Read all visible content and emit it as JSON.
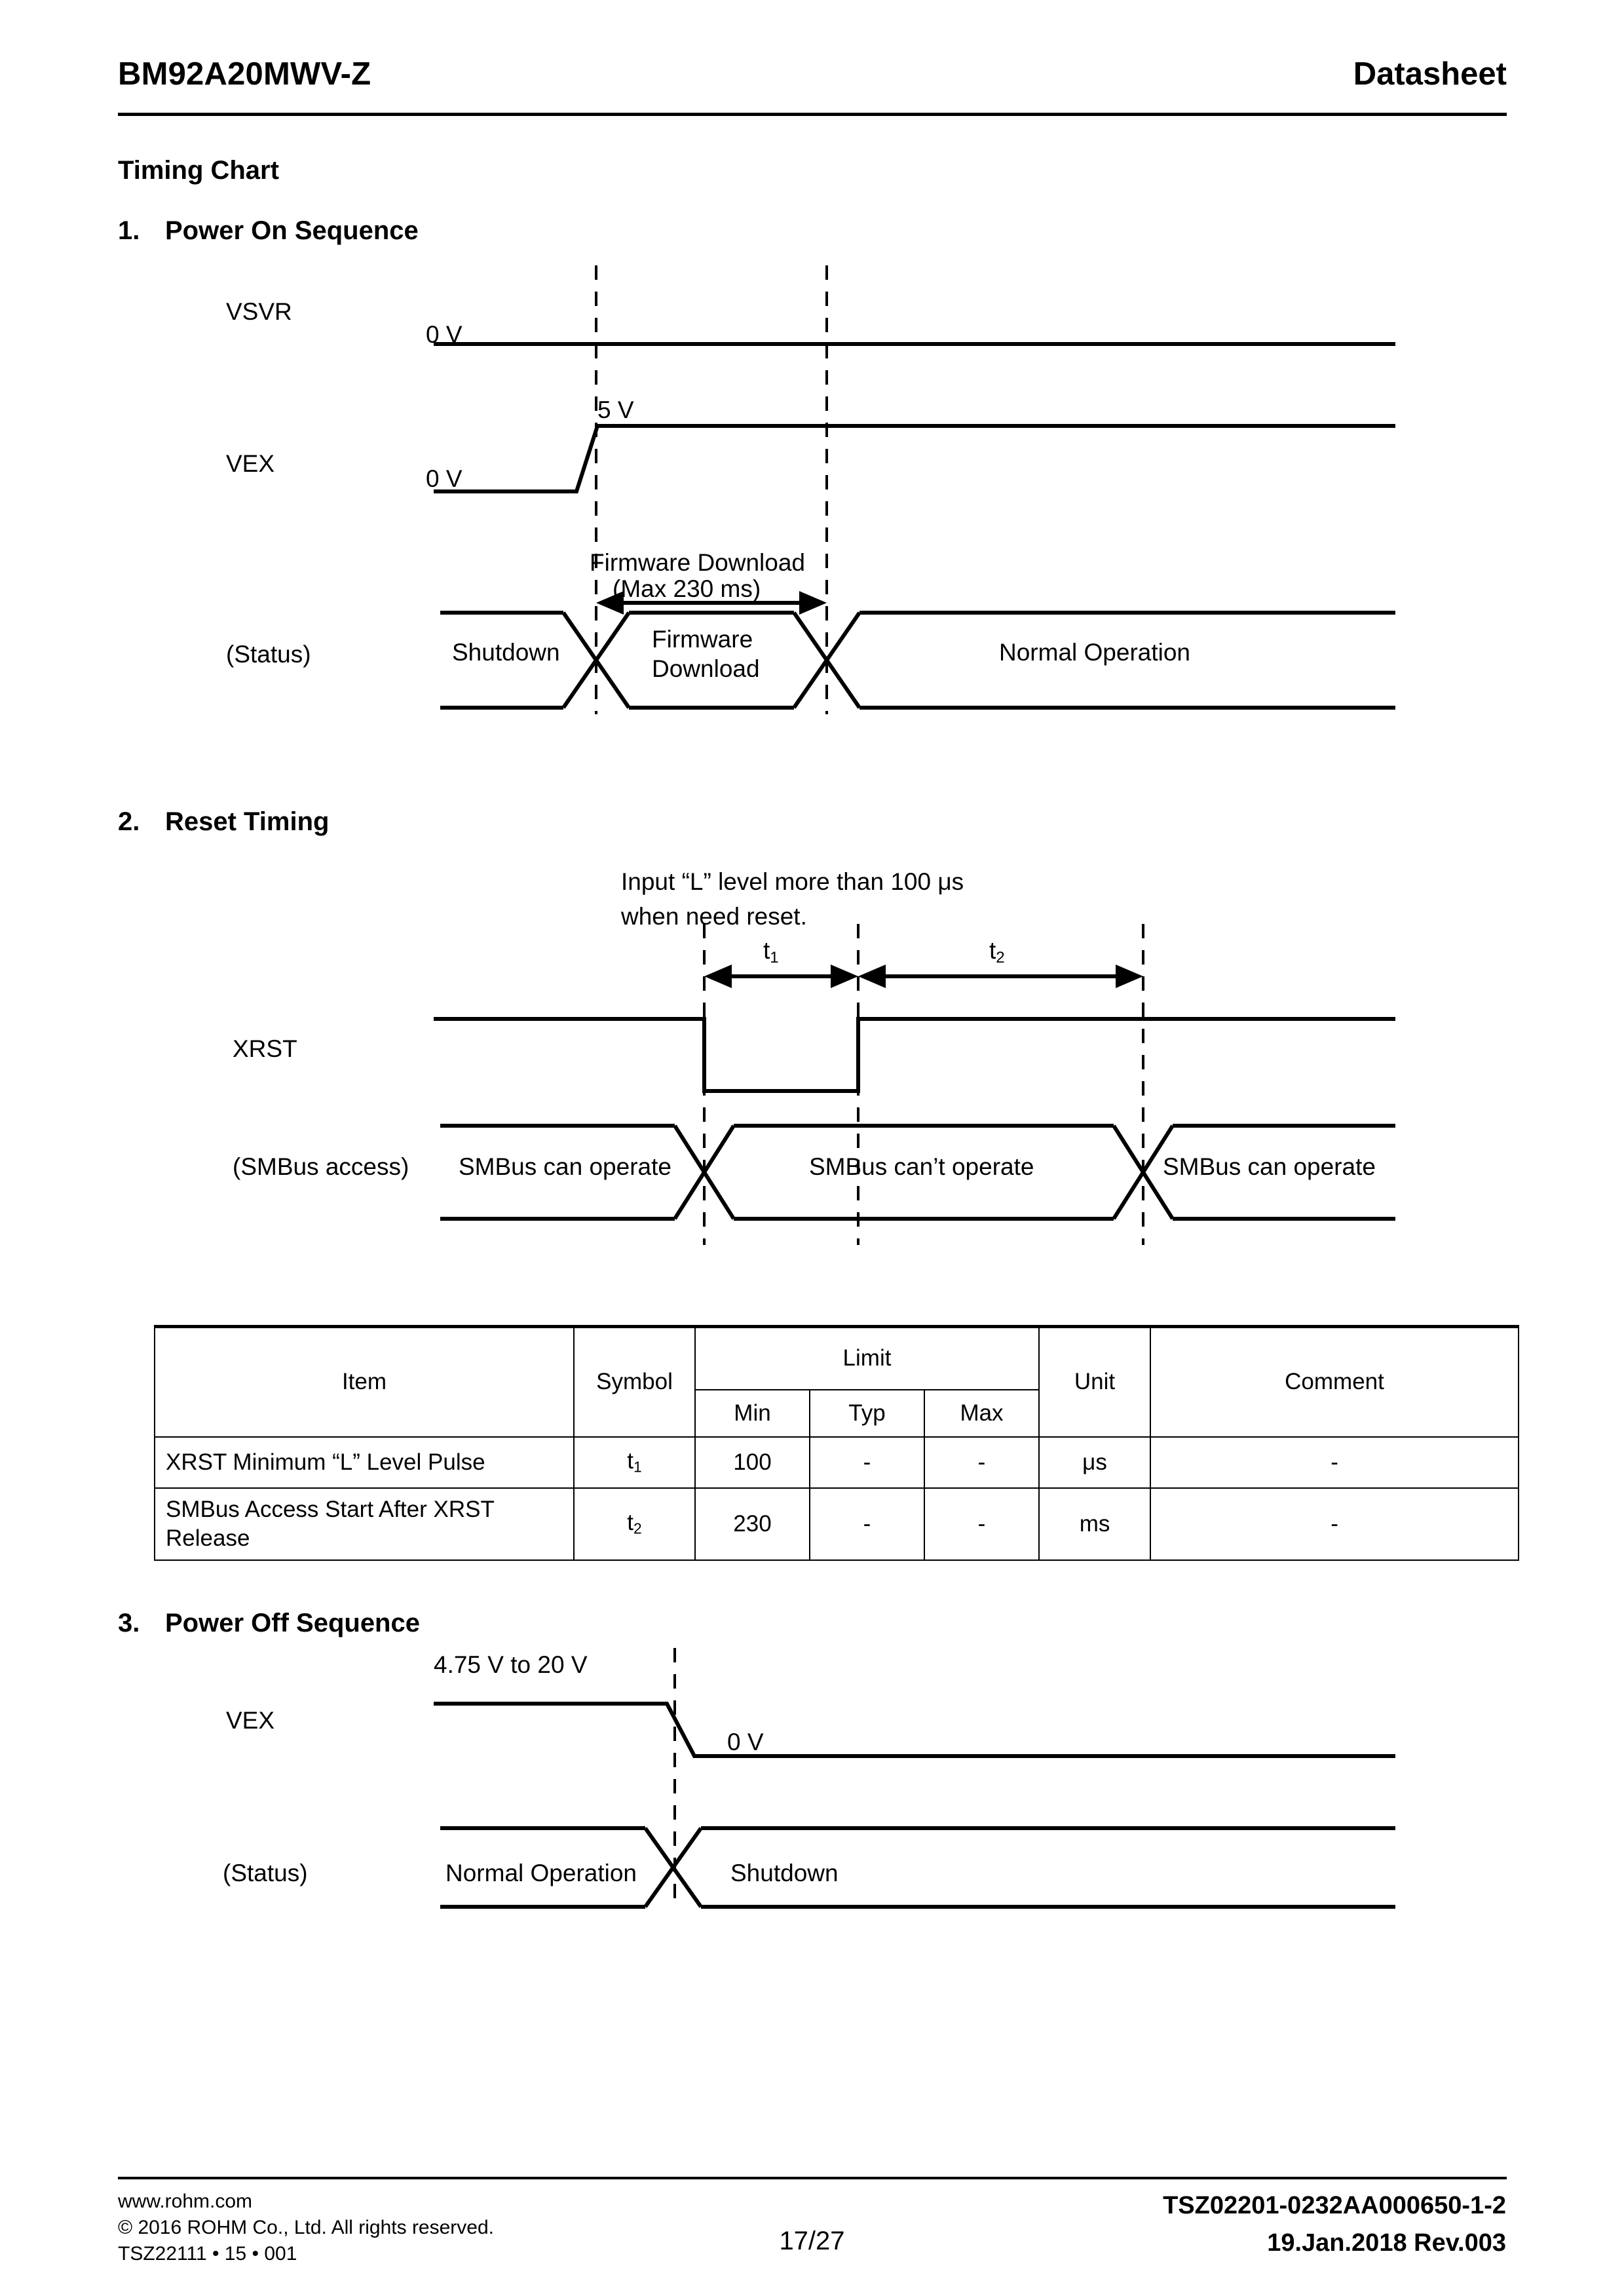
{
  "header": {
    "part_number": "BM92A20MWV-Z",
    "doc_type": "Datasheet"
  },
  "page_title": "Timing Chart",
  "sections": [
    {
      "number": "1.",
      "title": "Power On Sequence",
      "signals": {
        "vsvr_label": "VSVR",
        "vsvr_level": "0 V",
        "vex_label": "VEX",
        "vex_low_level": "0 V",
        "vex_high_level": "5 V",
        "status_label": "(Status)"
      },
      "annotation": {
        "line1": "Firmware Download",
        "line2": "(Max 230 ms)"
      },
      "status_states": [
        "Shutdown",
        "Firmware\nDownload",
        "Normal Operation"
      ],
      "status_state_1": "Shutdown",
      "status_state_2a": "Firmware",
      "status_state_2b": "Download",
      "status_state_3": "Normal Operation"
    },
    {
      "number": "2.",
      "title": "Reset Timing",
      "note_line1": "Input “L” level more than 100 μs",
      "note_line2": "when need reset.",
      "t1_label": "t",
      "t1_sub": "1",
      "t2_label": "t",
      "t2_sub": "2",
      "xrst_label": "XRST",
      "smbus_label": "(SMBus access)",
      "smbus_states": [
        "SMBus can operate",
        "SMBus can’t operate",
        "SMBus can operate"
      ],
      "smbus_state_1": "SMBus can operate",
      "smbus_state_2": "SMBus can’t operate",
      "smbus_state_3": "SMBus can operate"
    },
    {
      "number": "3.",
      "title": "Power Off Sequence",
      "vex_label": "VEX",
      "vex_high_level": "4.75 V to 20 V",
      "vex_low_level": "0 V",
      "status_label": "(Status)",
      "status_state_1": "Normal Operation",
      "status_state_2": "Shutdown"
    }
  ],
  "table": {
    "headers": {
      "item": "Item",
      "symbol": "Symbol",
      "limit": "Limit",
      "min": "Min",
      "typ": "Typ",
      "max": "Max",
      "unit": "Unit",
      "comment": "Comment"
    },
    "rows": [
      {
        "item": "XRST Minimum “L” Level Pulse",
        "symbol_base": "t",
        "symbol_sub": "1",
        "min": "100",
        "typ": "-",
        "max": "-",
        "unit": "μs",
        "comment": "-"
      },
      {
        "item": "SMBus Access Start After XRST Release",
        "symbol_base": "t",
        "symbol_sub": "2",
        "min": "230",
        "typ": "-",
        "max": "-",
        "unit": "ms",
        "comment": "-"
      }
    ]
  },
  "footer": {
    "url": "www.rohm.com",
    "copyright": "© 2016 ROHM Co., Ltd. All rights reserved.",
    "doc_code": "TSZ22111 • 15 • 001",
    "page": "17/27",
    "tsz_number": "TSZ02201-0232AA000650-1-2",
    "revision": "19.Jan.2018 Rev.003"
  }
}
